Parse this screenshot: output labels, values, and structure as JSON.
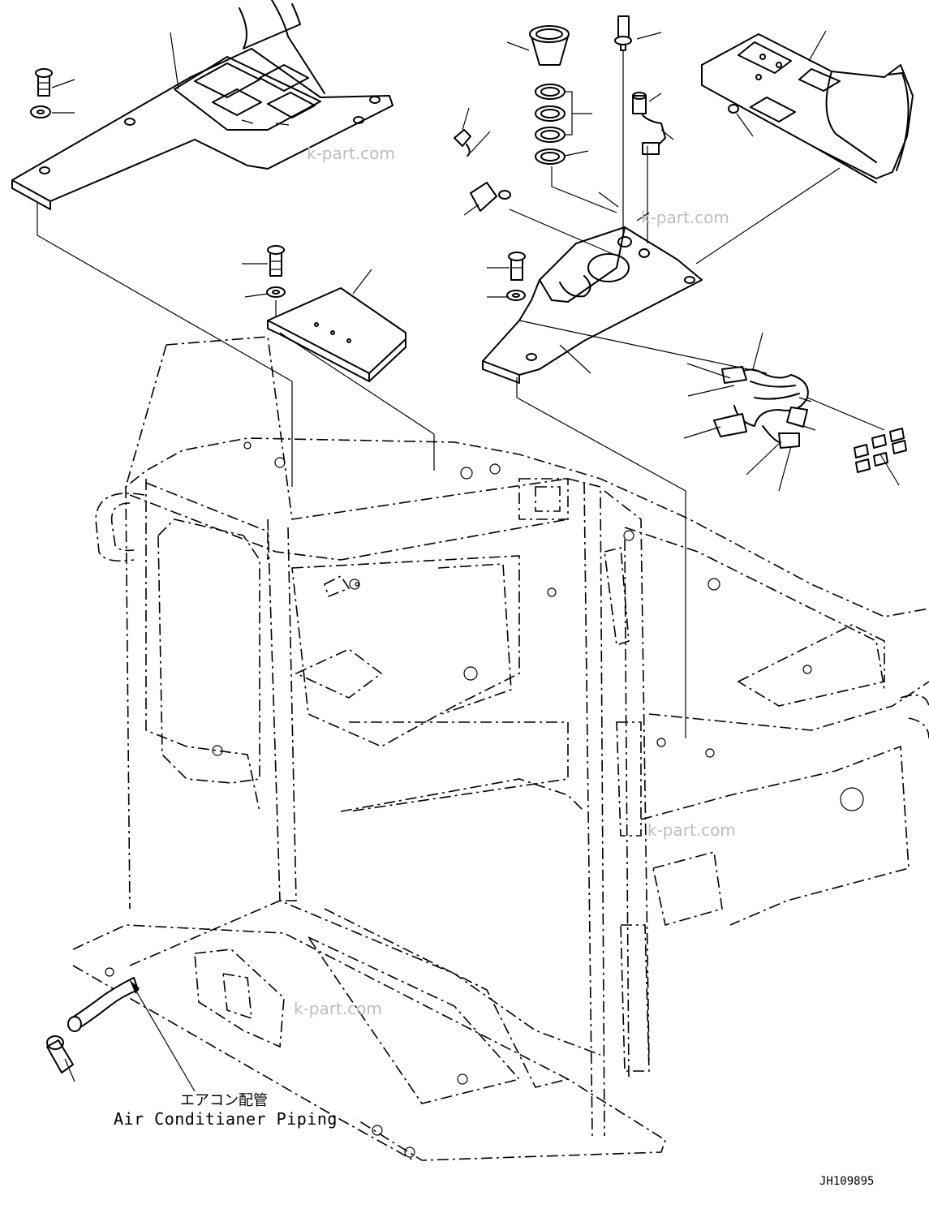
{
  "watermark": "k-part.com",
  "callout": {
    "japanese": "エアコン配管",
    "english": "Air Conditianer Piping"
  },
  "drawing_code": "JH109895",
  "icons": [
    "bolt-icon",
    "washer-icon",
    "clip-icon",
    "switch-icon",
    "wiring-harness-icon"
  ]
}
